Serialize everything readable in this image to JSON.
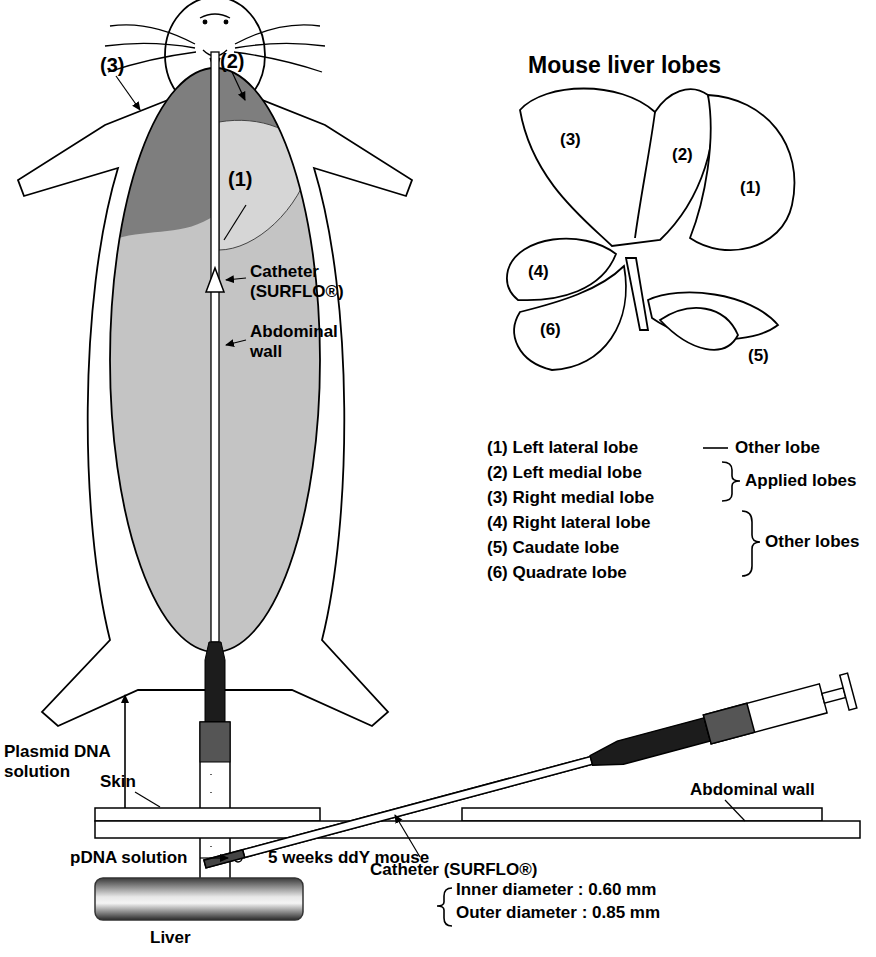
{
  "diagram": {
    "title": "Mouse liver lobes",
    "labels": [
      "(3)",
      "(2)",
      "(1)",
      "Catheter (SURFLO®)",
      "Abdominal wall",
      "Plasmid DNA solution",
      "5 weeks ddY mouse",
      "(3)",
      "(2)",
      "(1)",
      "(4)",
      "(5)",
      "(6)",
      "(1) Left lateral lobe",
      "Other lobe",
      "(2) Left medial lobe",
      "(3) Right medial lobe",
      "Applied lobes",
      "(4) Right lateral lobe",
      "(5) Caudate lobe",
      "(6) Quadrate lobe",
      "Other lobes",
      "Skin",
      "Abdominal wall",
      "pDNA solution",
      "Catheter (SURFLO®)",
      "Inner diameter : 0.60 mm",
      "Outer diameter : 0.85 mm",
      "Liver"
    ]
  }
}
